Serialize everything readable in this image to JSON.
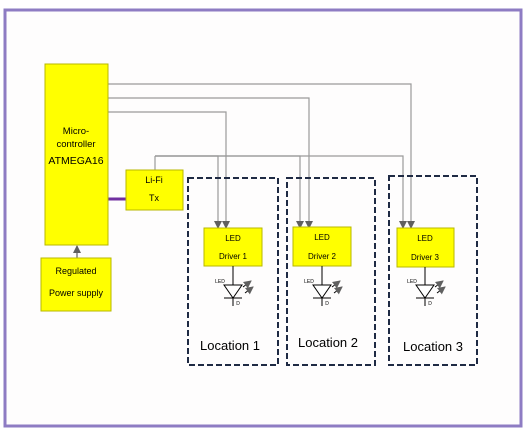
{
  "colors": {
    "frame_border": "#8e7cc3",
    "frame_fill": "#fefdfd",
    "block_fill": "#ffff00",
    "block_border": "#b8b800",
    "wire": "#9a9a9a",
    "wire_arrow": "#606060",
    "bus": "#7030a0",
    "location_border": "#1f2a44"
  },
  "diagram": {
    "microcontroller": {
      "line1": "Micro-",
      "line2": "controller",
      "line3": "ATMEGA16"
    },
    "power_supply": {
      "line1": "Regulated",
      "line2": "Power supply"
    },
    "lifi_tx": {
      "line1": "Li-Fi",
      "line2": "Tx"
    },
    "locations": [
      {
        "label": "Location 1",
        "driver_line1": "LED",
        "driver_line2": "Driver 1",
        "led_tag": "LED",
        "led_d": "D"
      },
      {
        "label": "Location 2",
        "driver_line1": "LED",
        "driver_line2": "Driver 2",
        "led_tag": "LED",
        "led_d": "D"
      },
      {
        "label": "Location 3",
        "driver_line1": "LED",
        "driver_line2": "Driver 3",
        "led_tag": "LED",
        "led_d": "D"
      }
    ]
  }
}
